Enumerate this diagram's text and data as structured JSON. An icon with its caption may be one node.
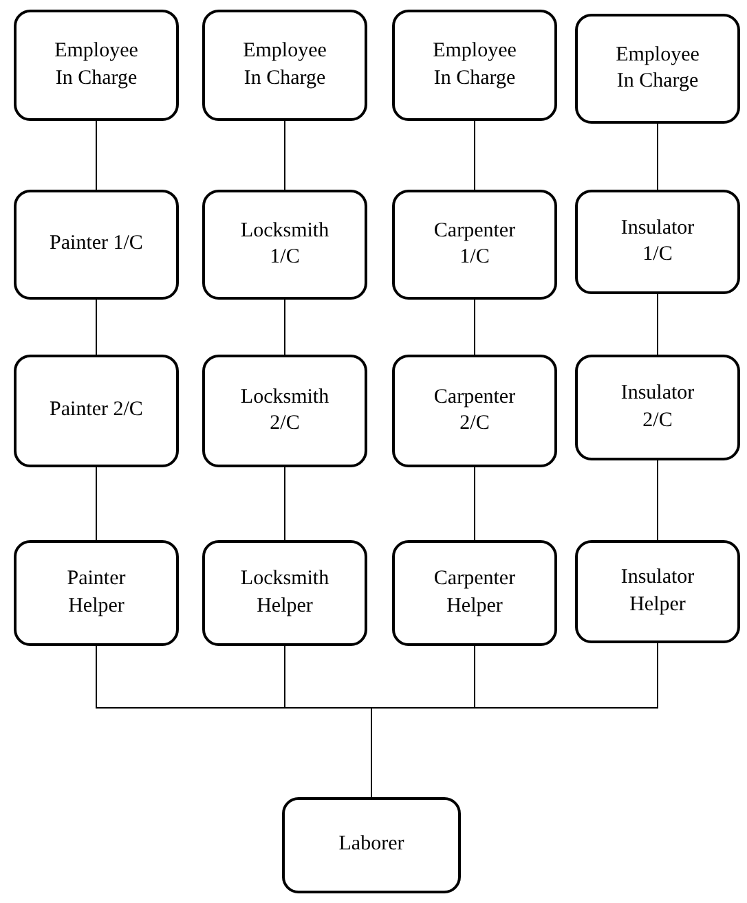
{
  "diagram": {
    "nodes": [
      {
        "text": [
          "Employee In Charge"
        ]
      },
      {
        "text": [
          "Employee In Charge"
        ]
      },
      {
        "text": [
          "Employee In Charge"
        ]
      },
      {
        "text": [
          "Employee In Charge"
        ]
      },
      {
        "text": [
          "Painter 1/C"
        ]
      },
      {
        "text": [
          "Locksmith 1/C"
        ]
      },
      {
        "text": [
          "Carpenter 1/C"
        ]
      },
      {
        "text": [
          "Insulator 1/C"
        ]
      },
      {
        "text": [
          "Painter 2/C"
        ]
      },
      {
        "text": [
          "Locksmith 2/C"
        ]
      },
      {
        "text": [
          "Carpenter 2/C"
        ]
      },
      {
        "text": [
          "Insulator 2/C"
        ]
      },
      {
        "text": [
          "Painter Helper"
        ]
      },
      {
        "text": [
          "Locksmith Helper"
        ]
      },
      {
        "text": [
          "Carpenter Helper"
        ]
      },
      {
        "text": [
          "Insulator Helper"
        ]
      },
      {
        "text": [
          "Laborer"
        ]
      }
    ],
    "edges": [
      {
        "from": 0,
        "to": 4,
        "arrow": "none"
      },
      {
        "from": 1,
        "to": 5,
        "arrow": "none"
      },
      {
        "from": 2,
        "to": 6,
        "arrow": "none"
      },
      {
        "from": 3,
        "to": 7,
        "arrow": "none"
      },
      {
        "from": 4,
        "to": 8,
        "arrow": "none"
      },
      {
        "from": 5,
        "to": 9,
        "arrow": "none"
      },
      {
        "from": 6,
        "to": 10,
        "arrow": "none"
      },
      {
        "from": 7,
        "to": 11,
        "arrow": "none"
      },
      {
        "from": 8,
        "to": 12,
        "arrow": "none"
      },
      {
        "from": 9,
        "to": 13,
        "arrow": "none"
      },
      {
        "from": 10,
        "to": 14,
        "arrow": "none"
      },
      {
        "from": 11,
        "to": 15,
        "arrow": "none"
      },
      {
        "from": 12,
        "to": 16,
        "arrow": "none"
      },
      {
        "from": 13,
        "to": 16,
        "arrow": "none"
      },
      {
        "from": 14,
        "to": 16,
        "arrow": "none"
      },
      {
        "from": 15,
        "to": 16,
        "arrow": "none"
      }
    ]
  }
}
